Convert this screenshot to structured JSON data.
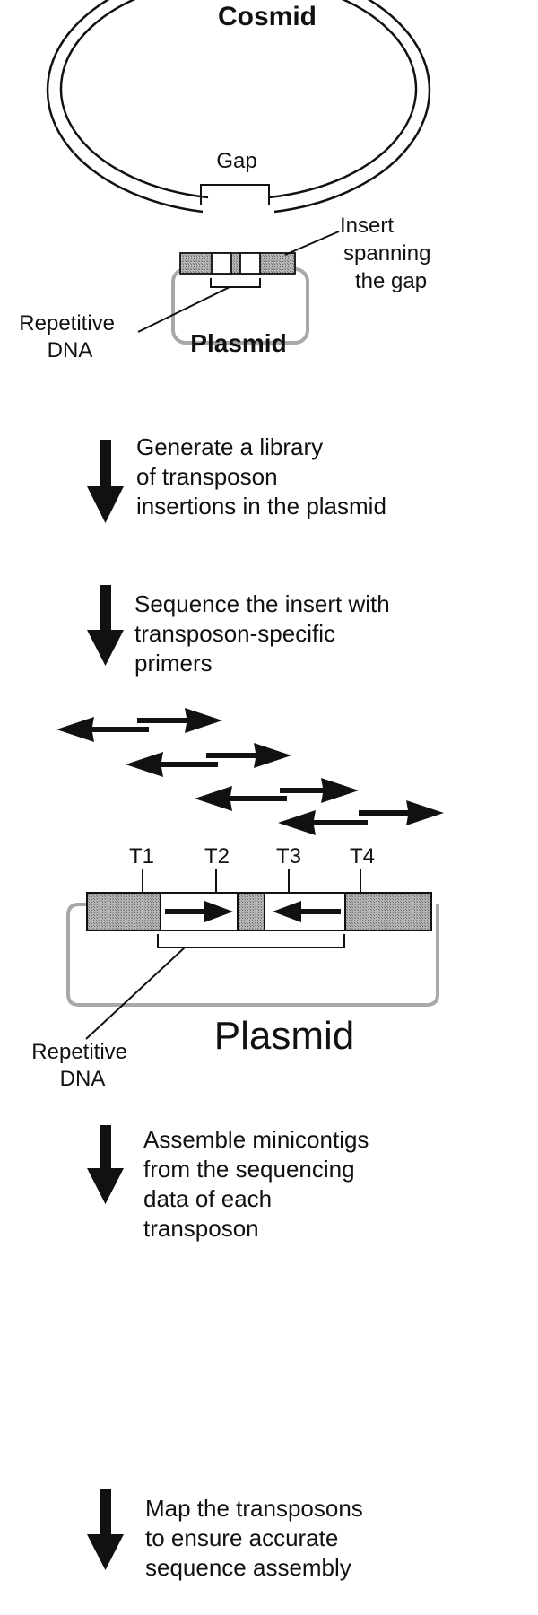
{
  "cosmid": {
    "title": "Cosmid",
    "gap_label": "Gap",
    "insert_label": [
      "Insert",
      "spanning",
      "the gap"
    ],
    "repetitive_label": [
      "Repetitive",
      "DNA"
    ],
    "plasmid_label": "Plasmid"
  },
  "steps": [
    {
      "id": "step-1",
      "lines": [
        "Generate a library",
        "of transposon",
        "insertions in the plasmid"
      ]
    },
    {
      "id": "step-2",
      "lines": [
        "Sequence the insert with",
        "transposon-specific",
        "primers"
      ]
    },
    {
      "id": "step-3",
      "lines": [
        "Assemble minicontigs",
        "from the sequencing",
        "data of each",
        "transposon"
      ]
    },
    {
      "id": "step-4",
      "lines": [
        "Map the transposons",
        "to ensure accurate",
        "sequence  assembly"
      ]
    }
  ],
  "plasmid_map": {
    "transposons": [
      "T1",
      "T2",
      "T3",
      "T4"
    ],
    "plasmid_label": "Plasmid",
    "repetitive_label": [
      "Repetitive",
      "DNA"
    ]
  },
  "colors": {
    "ink": "#111111",
    "shaded": "#9a9a9a",
    "plasmid_outline": "#a8a8a8"
  }
}
